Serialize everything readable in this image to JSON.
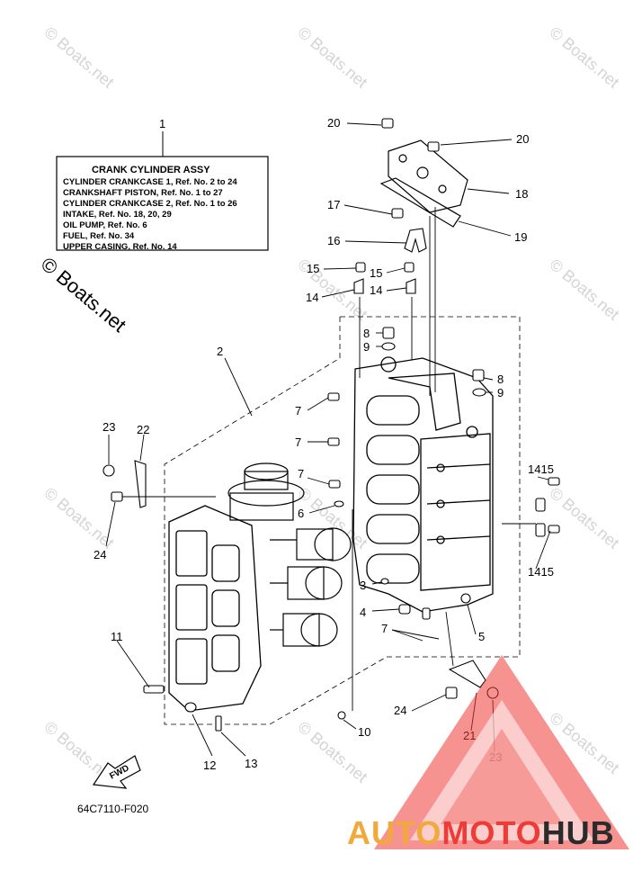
{
  "watermark_text": "© Boats.net",
  "copyright_text": "© Boats.net",
  "note_box": {
    "ref": "1",
    "title": "CRANK CYLINDER ASSY",
    "lines": [
      "CYLINDER CRANKCASE 1,  Ref. No. 2 to 24",
      "CRANKSHAFT PISTON,  Ref. No. 1 to 27",
      "CYLINDER CRANKCASE 2,  Ref. No. 1 to 26",
      "INTAKE,  Ref. No. 18, 20, 29",
      "OIL PUMP,  Ref. No. 6",
      "FUEL,  Ref. No. 34",
      "UPPER CASING,  Ref. No. 14"
    ]
  },
  "callouts": [
    "20",
    "20",
    "18",
    "19",
    "17",
    "16",
    "15",
    "15",
    "14",
    "14",
    "8",
    "9",
    "8",
    "9",
    "2",
    "7",
    "7",
    "7",
    "6",
    "23",
    "22",
    "24",
    "1415",
    "1415",
    "3",
    "4",
    "7",
    "5",
    "11",
    "24",
    "21",
    "23",
    "12",
    "13",
    "10"
  ],
  "fwd_label": "FWD",
  "diagram_code": "64C7110-F020",
  "brand": {
    "part1": "AUTO",
    "part2": "MOTO",
    "part3": "HUB",
    "color_auto": "#f2a93b",
    "color_moto": "#ee3b36",
    "color_hub": "#2b2b2b"
  }
}
